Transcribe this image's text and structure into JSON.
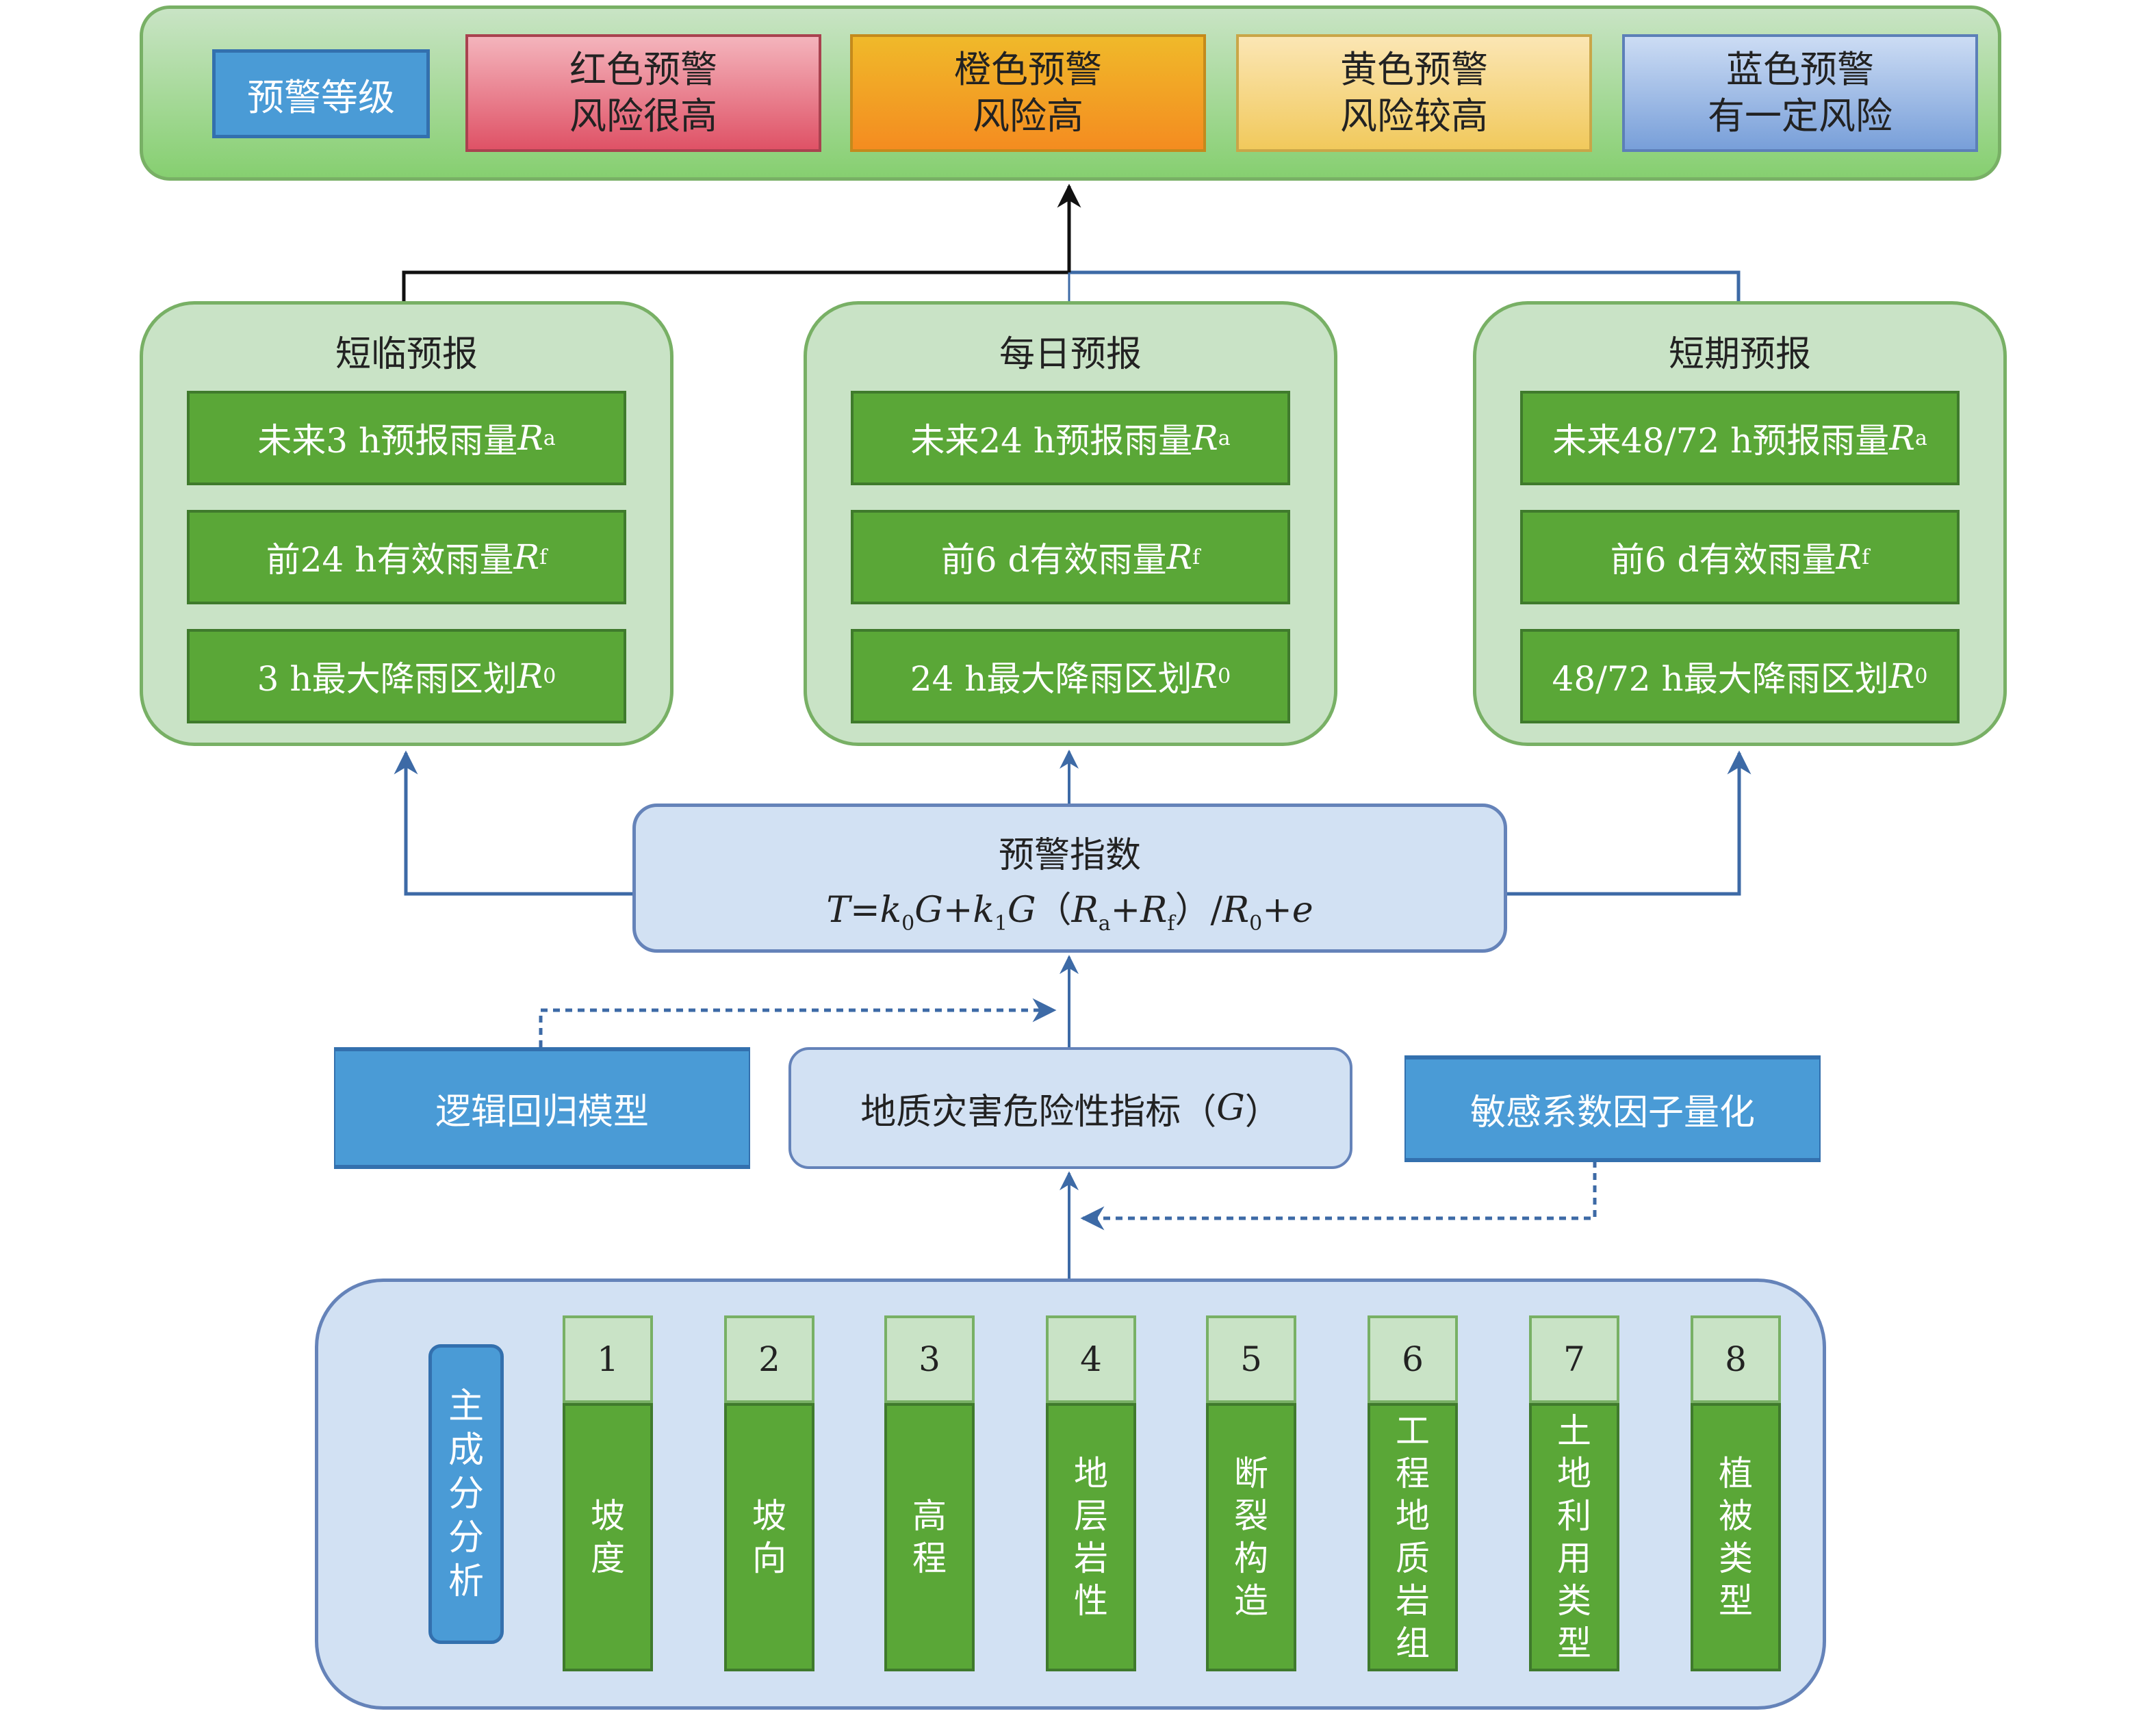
{
  "warning_levels": {
    "label": "预警等级",
    "levels": [
      {
        "line1": "红色预警",
        "line2": "风险很高",
        "color_top": "#f4b4bc",
        "color_bottom": "#df5266",
        "border": "#a9424f"
      },
      {
        "line1": "橙色预警",
        "line2": "风险高",
        "color_top": "#f0b92a",
        "color_bottom": "#f48c20",
        "border": "#c48a1c"
      },
      {
        "line1": "黄色预警",
        "line2": "风险较高",
        "color_top": "#fbe6b4",
        "color_bottom": "#f1c95c",
        "border": "#c9a648"
      },
      {
        "line1": "蓝色预警",
        "line2": "有一定风险",
        "color_top": "#ccdcf4",
        "color_bottom": "#789fd9",
        "border": "#5c7fb8"
      }
    ]
  },
  "forecasts": [
    {
      "title": "短临预报",
      "rows": [
        {
          "text": "未来3 h预报雨量",
          "var": "R",
          "sub": "a"
        },
        {
          "text": "前24 h有效雨量",
          "var": "R",
          "sub": "f"
        },
        {
          "text": "3 h最大降雨区划",
          "var": "R",
          "sub": "0"
        }
      ]
    },
    {
      "title": "每日预报",
      "rows": [
        {
          "text": "未来24 h预报雨量",
          "var": "R",
          "sub": "a"
        },
        {
          "text": "前6 d有效雨量",
          "var": "R",
          "sub": "f"
        },
        {
          "text": "24 h最大降雨区划",
          "var": "R",
          "sub": "0"
        }
      ]
    },
    {
      "title": "短期预报",
      "rows": [
        {
          "text": "未来48/72 h预报雨量",
          "var": "R",
          "sub": "a"
        },
        {
          "text": "前6 d有效雨量",
          "var": "R",
          "sub": "f"
        },
        {
          "text": "48/72 h最大降雨区划",
          "var": "R",
          "sub": "0"
        }
      ]
    }
  ],
  "index": {
    "title": "预警指数",
    "formula": {
      "T": "T",
      "eq": "=",
      "k0": "k",
      "k0_sub": "0",
      "G1": "G",
      "plus1": "+",
      "k1": "k",
      "k1_sub": "1",
      "G2": "G",
      "lparen": "（",
      "Ra": "R",
      "Ra_sub": "a",
      "plus2": "+",
      "Rf": "R",
      "Rf_sub": "f",
      "rparen": "）",
      "slash": "/",
      "R0": "R",
      "R0_sub": "0",
      "plus3": "+",
      "e": "e"
    }
  },
  "models": {
    "logistic": "逻辑回归模型",
    "hazard": "地质灾害危险性指标（",
    "hazard_var": "G",
    "hazard_close": "）",
    "sensitivity": "敏感系数因子量化"
  },
  "factors": {
    "pca_label": [
      "主",
      "成",
      "分",
      "分",
      "析"
    ],
    "items": [
      {
        "num": "1",
        "chars": [
          "坡",
          "度"
        ]
      },
      {
        "num": "2",
        "chars": [
          "坡",
          "向"
        ]
      },
      {
        "num": "3",
        "chars": [
          "高",
          "程"
        ]
      },
      {
        "num": "4",
        "chars": [
          "地",
          "层",
          "岩",
          "性"
        ]
      },
      {
        "num": "5",
        "chars": [
          "断",
          "裂",
          "构",
          "造"
        ]
      },
      {
        "num": "6",
        "chars": [
          "工",
          "程",
          "地",
          "质",
          "岩",
          "组"
        ]
      },
      {
        "num": "7",
        "chars": [
          "土",
          "地",
          "利",
          "用",
          "类",
          "型"
        ]
      },
      {
        "num": "8",
        "chars": [
          "植",
          "被",
          "类",
          "型"
        ]
      }
    ]
  },
  "colors": {
    "arrow_blue": "#3d6aa6",
    "arrow_black": "#111111",
    "dark_green": "#5aa737",
    "light_green": "#c9e3c6",
    "light_blue": "#d2e1f3",
    "mid_blue": "#4a9bd6"
  }
}
